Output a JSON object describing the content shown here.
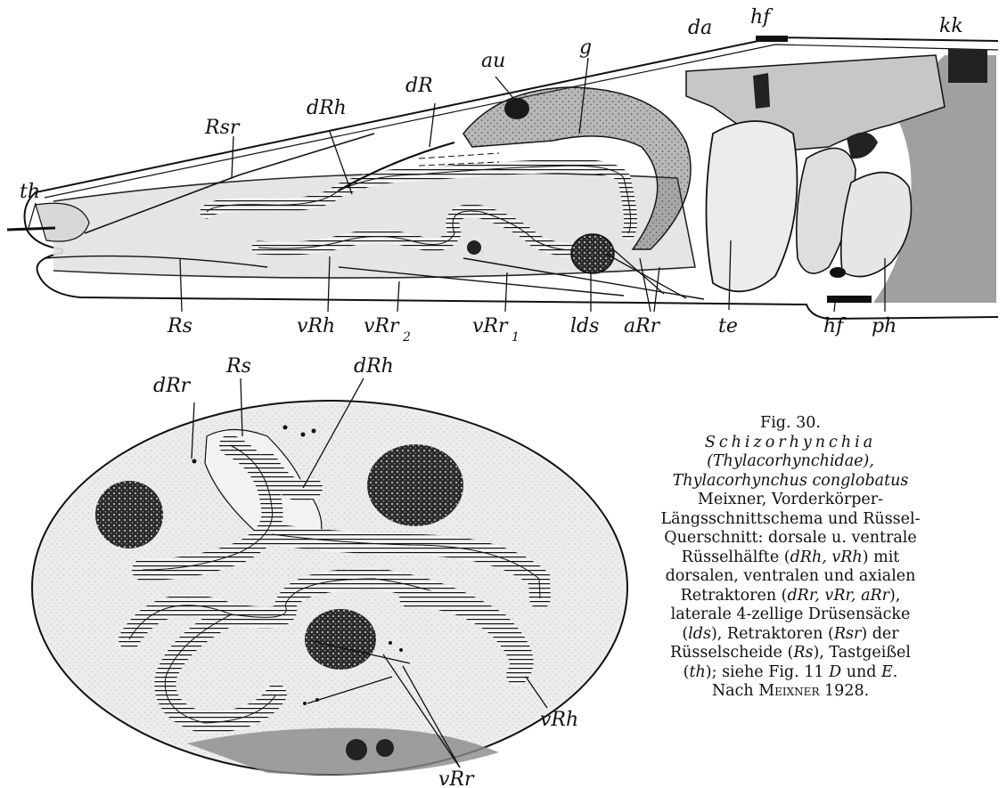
{
  "labels": {
    "th": "th",
    "rsr": "Rsr",
    "drh": "dRh",
    "dr": "dR",
    "au": "au",
    "g": "g",
    "da": "da",
    "hf_top": "hf",
    "kk": "kk",
    "rs": "Rs",
    "vrh": "vRh",
    "vrr": "vRr",
    "vrr2_sub": "2",
    "vrr1_sub": "1",
    "lds": "lds",
    "arr": "aRr",
    "te": "te",
    "hf_bottom": "hf",
    "ph": "ph",
    "cs_drr": "dRr",
    "cs_rs": "Rs",
    "cs_drh": "dRh",
    "cs_vrh": "vRh",
    "cs_vrr": "vRr"
  },
  "caption": {
    "fig": "Fig. 30.",
    "taxon": "Schizorhynchia",
    "family": "(Thylacorhynchidae),",
    "species": "Thylacorhynchus conglobatus",
    "line4": "Meixner, Vorderkörper-",
    "line5": "Längsschnittschema und Rüssel-",
    "line6": "Querschnitt: dorsale u. ventrale",
    "line7a": "Rüsselhälfte (",
    "line7b": "dRh, vRh",
    "line7c": ") mit",
    "line8": "dorsalen, ventralen und axialen",
    "line9a": "Retraktoren (",
    "line9b": "dRr, vRr, aRr",
    "line9c": "),",
    "line10": "laterale 4-zellige Drüsensäcke",
    "line11a": "(",
    "line11b": "lds",
    "line11c": "), Retraktoren (",
    "line11d": "Rsr",
    "line11e": ") der",
    "line12a": "Rüsselscheide (",
    "line12b": "Rs",
    "line12c": "),  Tastgeißel",
    "line13a": "(",
    "line13b": "th",
    "line13c": ");  siehe Fig. 11 ",
    "line13d": "D",
    "line13e": " und ",
    "line13f": "E",
    "line13g": ".",
    "line14a": "Nach ",
    "line14b": "Meixner",
    "line14c": " 1928."
  }
}
